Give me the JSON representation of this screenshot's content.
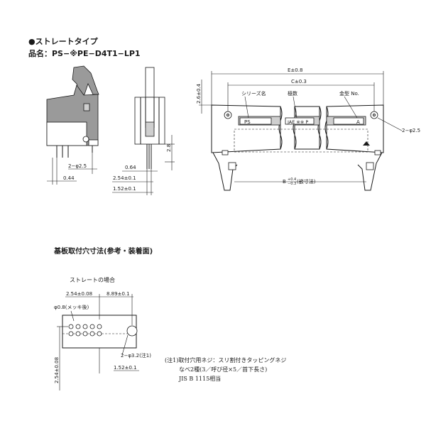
{
  "header": {
    "title": "●ストレートタイプ",
    "part_name": "品名：PS−※PE−D4T1−LP1"
  },
  "side_view": {
    "dim_pitch": "2−φ2.5",
    "dim_044": "0.44"
  },
  "front_view": {
    "dim_28": "2.8",
    "dim_064": "0.64",
    "dim_254": "2.54±0.1",
    "dim_152": "1.52±0.1"
  },
  "top_view": {
    "dim_e": "E±0.8",
    "dim_c": "C±0.3",
    "dim_26": "2.6±0.4",
    "label_series": "シリーズ名",
    "label_poles": "極数",
    "label_mold": "金型 No.",
    "text_ps": "PS",
    "text_jae": "JAE ※※ P",
    "text_a": "A",
    "dim_hole": "2−φ2.5",
    "dim_b_prefix": "B",
    "dim_b_tol_plus": "+0.4",
    "dim_b_tol_minus": "−0.3",
    "dim_b_suffix": "(嵌寸法)"
  },
  "pcb": {
    "heading": "基板取付穴寸法(参考・装着面)",
    "subheading": "ストレートの場合",
    "dim_254_008": "2.54±0.08",
    "dim_889": "8.89±0.1",
    "dim_hole08": "φ0.8(メッキ後)",
    "dim_254_008_v": "2.54±0.08",
    "dim_hole32": "2−φ3.2(注1)",
    "dim_152_01": "1.52±0.1"
  },
  "note": {
    "line1": "(注1)取付穴用ネジ：スリ割付きタッピングネジ",
    "line2": "なべ2種(3／呼び径×5／首下長さ)",
    "line3": "JIS B 1115相当"
  }
}
